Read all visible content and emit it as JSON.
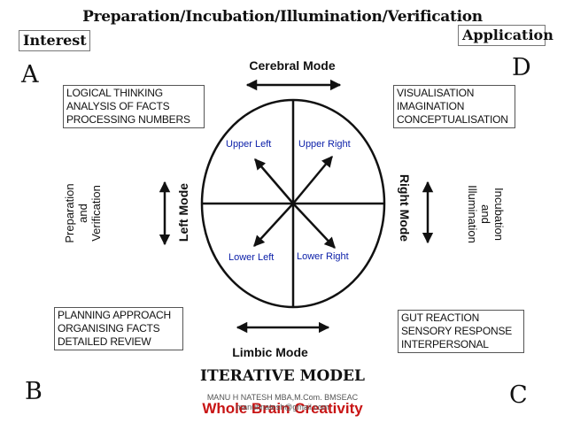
{
  "title": "Preparation/Incubation/Illumination/Verification",
  "interest_label": "Interest",
  "application_label": "Application",
  "corners": {
    "a": "A",
    "b": "B",
    "c": "C",
    "d": "D"
  },
  "boxes": {
    "top_left": [
      "LOGICAL THINKING",
      "ANALYSIS OF FACTS",
      "PROCESSING NUMBERS"
    ],
    "top_right": [
      "VISUALISATION",
      "IMAGINATION",
      "CONCEPTUALISATION"
    ],
    "bottom_left": [
      "PLANNING APPROACH",
      "ORGANISING FACTS",
      "DETAILED REVIEW"
    ],
    "bottom_right": [
      "GUT REACTION",
      "SENSORY RESPONSE",
      "INTERPERSONAL"
    ]
  },
  "modes": {
    "top": "Cerebral Mode",
    "bottom": "Limbic Mode",
    "left": "Left Mode",
    "right": "Right Mode"
  },
  "side_labels": {
    "left": [
      "Preparation",
      "and",
      "Verification"
    ],
    "right": [
      "Incubation",
      "and",
      "Illumination"
    ]
  },
  "quadrants": {
    "upper_left": "Upper Left",
    "upper_right": "Upper Right",
    "lower_left": "Lower Left",
    "lower_right": "Lower Right"
  },
  "footer": {
    "model": "ITERATIVE MODEL",
    "credit_line1": "MANU H NATESH MBA,M.Com. BMSEAC",
    "credit_line2": "manuhnatesh@gmail.com",
    "brand": "Whole Brain Creativity"
  },
  "colors": {
    "quadrant_text": "#0a1ea8",
    "brand_text": "#c81414"
  }
}
